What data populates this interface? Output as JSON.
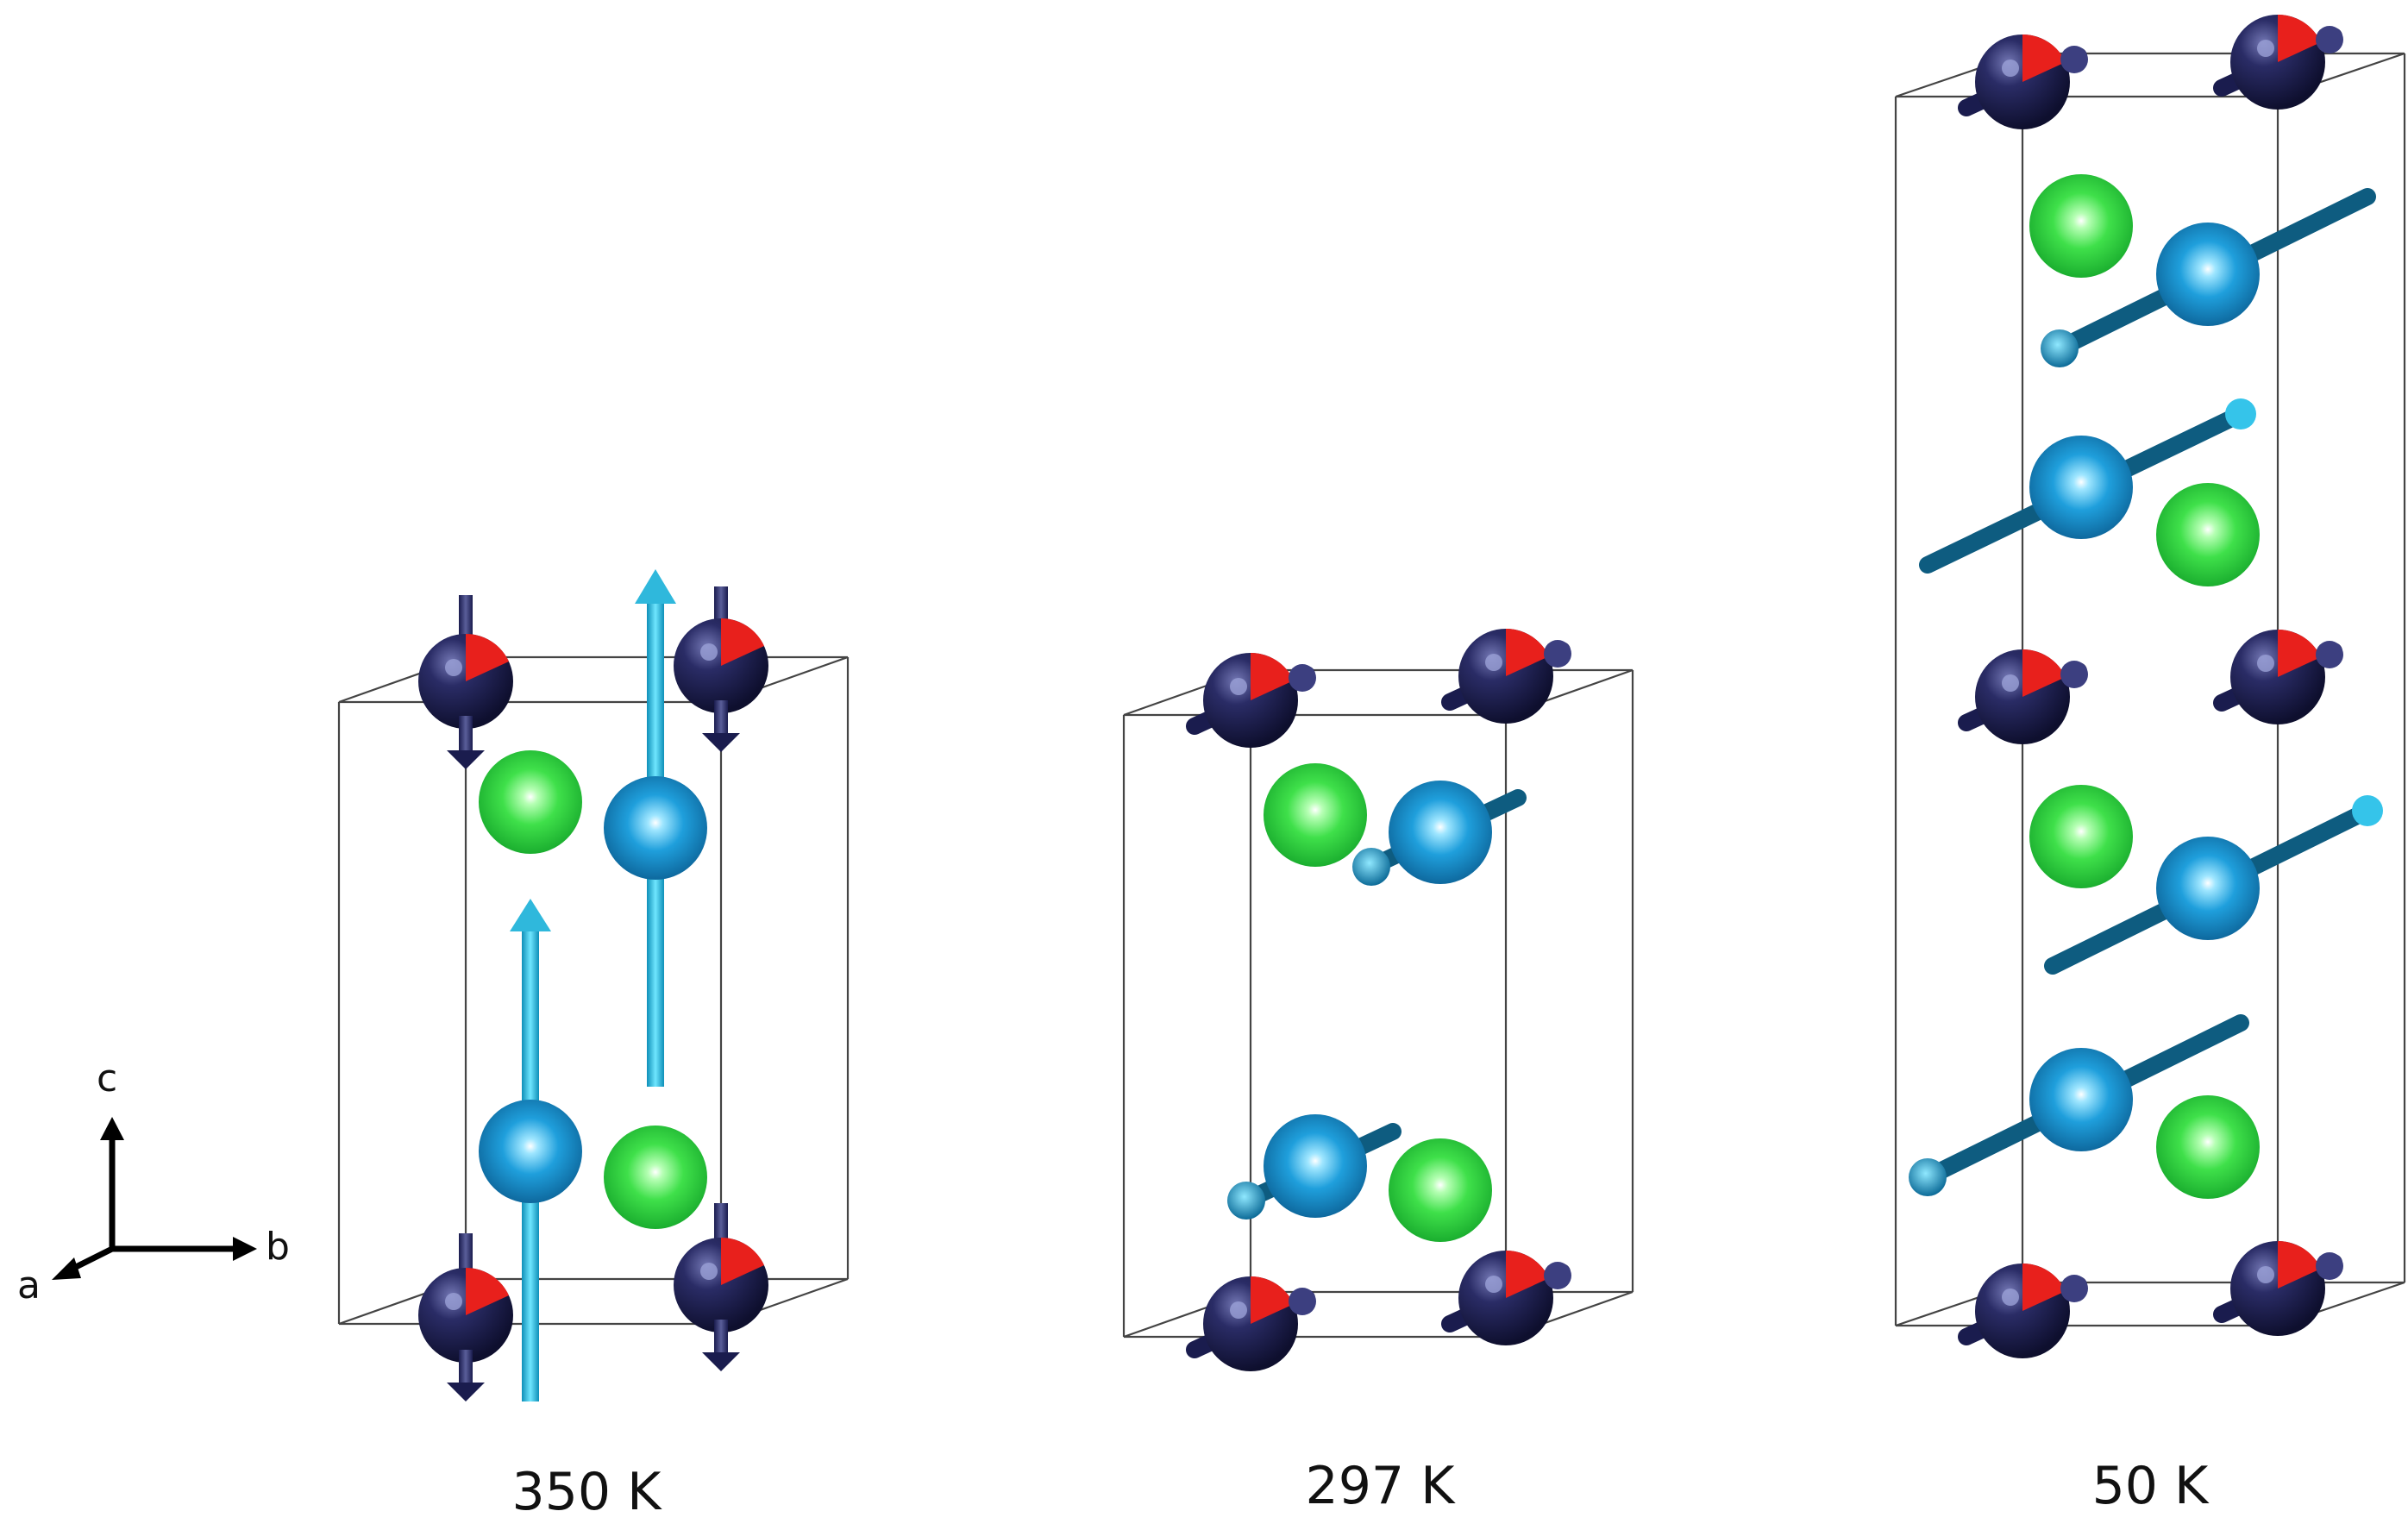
{
  "axes": {
    "c": "c",
    "a": "a",
    "b": "b"
  },
  "panels": [
    {
      "label": "350 K"
    },
    {
      "label": "297 K"
    },
    {
      "label": "50 K"
    }
  ],
  "colors": {
    "dark_atom": "#1b1c4a",
    "dark_atom_highlight": "#6a6ea8",
    "red_sector": "#e8201c",
    "green_atom": "#2fd23f",
    "blue_atom": "#1a9ad8",
    "spin_rod": "#0e5c80",
    "long_arrow": "#1ec8ea"
  }
}
